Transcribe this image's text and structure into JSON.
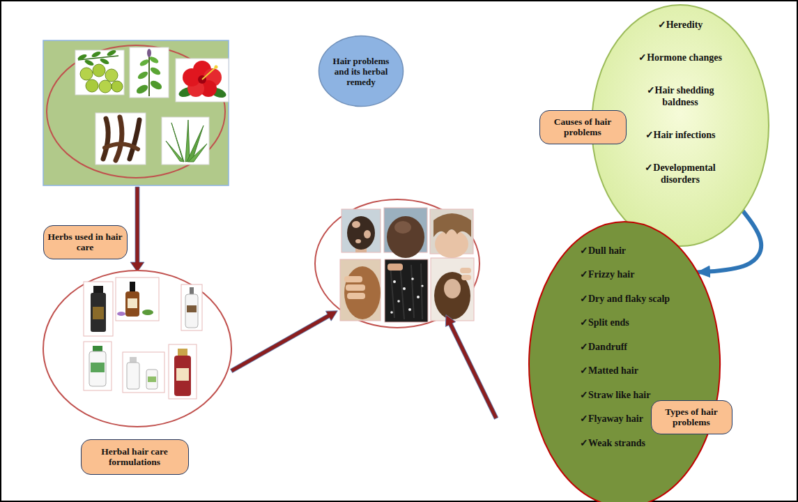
{
  "diagram": {
    "nodes": [
      {
        "text": [
          "Hair problems and its herbal remedy"
        ]
      },
      {
        "text": [
          "✓Heredity",
          "✓Hormone changes",
          "✓Hair shedding baldness",
          "✓Hair infections",
          "✓Developmental disorders"
        ]
      },
      {
        "text": [
          "Causes of hair problems"
        ]
      },
      {
        "text": [
          "✓Dull hair",
          "✓Frizzy hair",
          "✓Dry and flaky scalp",
          "✓Split ends",
          "✓Dandruff",
          "✓Matted hair",
          "✓Straw like hair",
          "✓Flyaway hair",
          "✓Weak strands"
        ]
      },
      {
        "text": [
          "Types of hair problems"
        ]
      },
      {
        "text": [
          "Herbs used in hair care"
        ]
      },
      {
        "text": [
          "Herbal hair care formulations"
        ]
      }
    ],
    "edges": [
      {
        "from": 1,
        "to": 3,
        "arrow": "to"
      }
    ]
  }
}
